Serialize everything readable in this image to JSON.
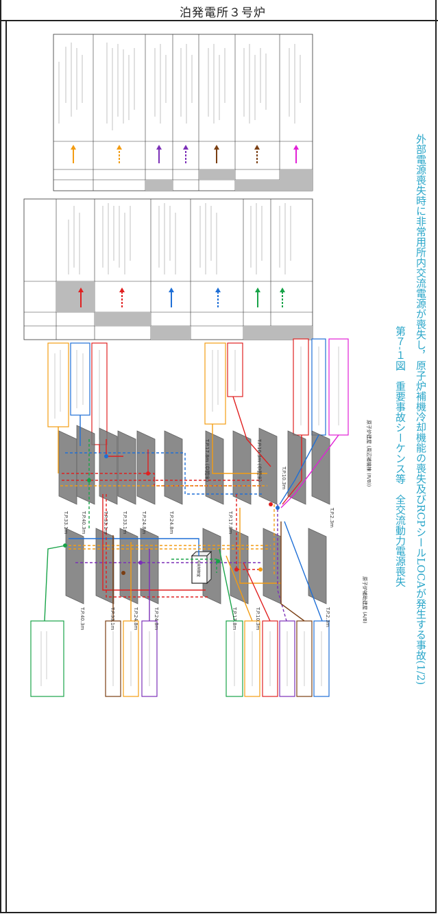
{
  "header": {
    "plant_title": "泊発電所３号炉"
  },
  "caption": {
    "line1": "第７-１図　重要事故シーケンス等　全交流動力電源喪失",
    "line2": "外部電源喪失時に非常用所内交流電源が喪失し，原子炉補機冷却機能の喪失及びRCPシールLOCAが発生する事故(1/2)"
  },
  "diagram": {
    "floor_labels_upper": [
      "T.P.33.1m",
      "T.P.40.3m",
      "T.P.33.1m",
      "T.P.33.1m",
      "T.P.24.8m",
      "T.P.24.8m",
      "T.P.17.8m (中間床)",
      "T.P.17.8m",
      "T.P.10.3m (中間床)",
      "T.P.10.3m",
      "T.P.2.3m"
    ],
    "floor_labels_lower": [
      "T.P.40.3m",
      "T.P.33.1m",
      "T.P.24.8m",
      "T.P.24.8m",
      "T.P.17.8m",
      "T.P.10.3m",
      "T.P.2.3m"
    ],
    "building_upper": "原子炉建屋 (周辺補機棟 (R/B))",
    "building_lower": "原子炉補助建屋 (A/B)",
    "central_box": "中央制御室",
    "colors": {
      "orange": "#f39c12",
      "red": "#e02020",
      "blue": "#1f6fd6",
      "green": "#18a348",
      "purple": "#7b2fb7",
      "brown": "#7a3e12",
      "magenta": "#e11fd6",
      "grey": "#555555"
    }
  }
}
